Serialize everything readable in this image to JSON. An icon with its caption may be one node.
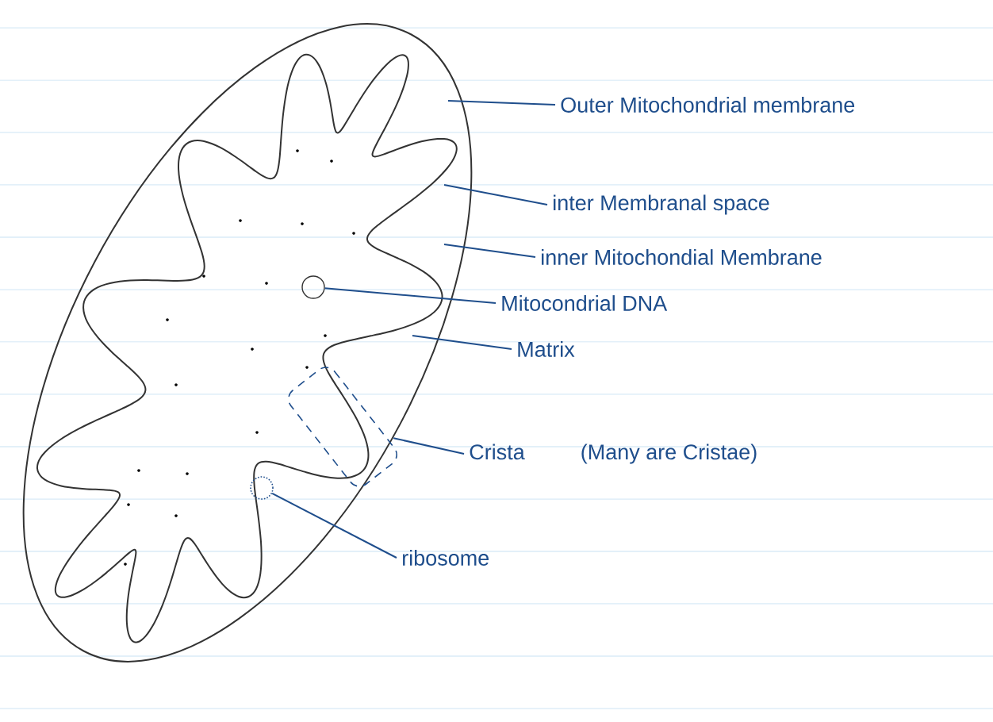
{
  "diagram": {
    "nodes": [
      {
        "text": [
          "Outer Mitochondrial membrane"
        ]
      },
      {
        "text": [
          "inter Membranal space"
        ]
      },
      {
        "text": [
          "inner Mitochondial Membrane"
        ]
      },
      {
        "text": [],
        "shape": "circle"
      },
      {
        "text": [
          "Mitocondrial DNA"
        ]
      },
      {
        "text": [
          "Matrix"
        ]
      },
      {
        "text": [],
        "shape": "box"
      },
      {
        "text": [
          "Crista",
          "(Many are Cristae)"
        ]
      },
      {
        "text": [],
        "shape": "circle"
      },
      {
        "text": [
          "ribosome"
        ]
      }
    ],
    "edges": [
      {
        "from": 0,
        "to": null,
        "arrow": "none"
      },
      {
        "from": 1,
        "to": null,
        "arrow": "none"
      },
      {
        "from": 2,
        "to": null,
        "arrow": "none"
      },
      {
        "from": 4,
        "to": 3,
        "arrow": "none"
      },
      {
        "from": 5,
        "to": null,
        "arrow": "none"
      },
      {
        "from": 7,
        "to": 6,
        "arrow": "none"
      },
      {
        "from": 9,
        "to": 8,
        "arrow": "none"
      }
    ]
  }
}
